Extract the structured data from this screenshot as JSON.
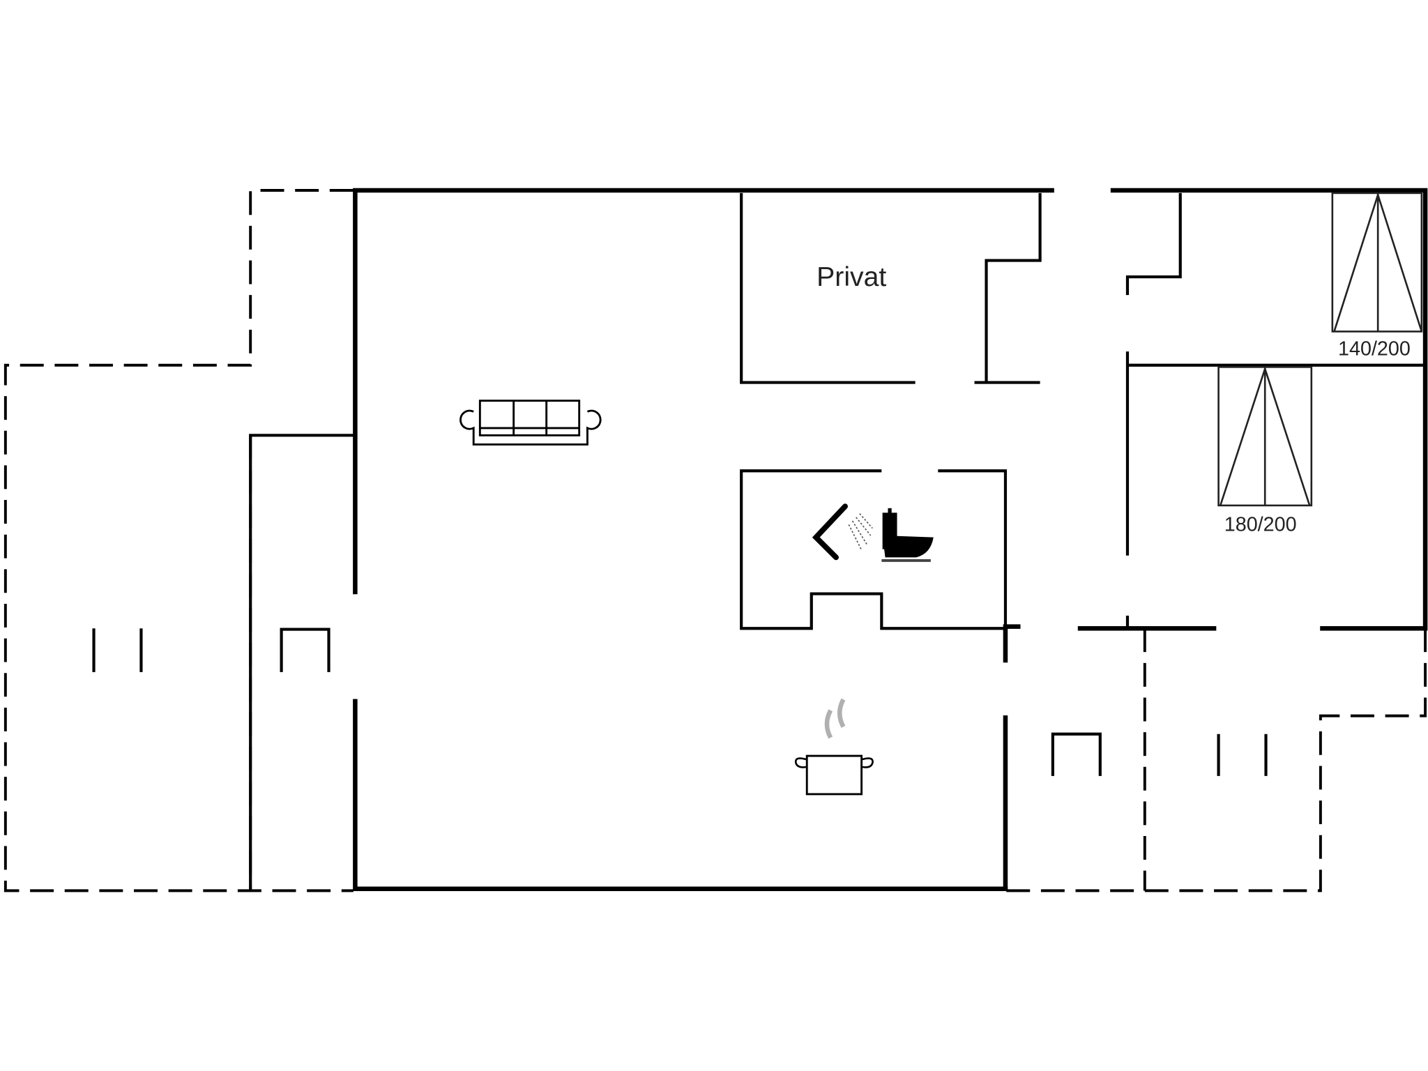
{
  "diagram": {
    "type": "floor-plan",
    "rooms": [
      {
        "id": "privat",
        "label": "Privat"
      }
    ],
    "beds": [
      {
        "id": "bed-1",
        "label": "140/200"
      },
      {
        "id": "bed-2",
        "label": "180/200"
      }
    ],
    "symbols": [
      {
        "id": "sofa",
        "icon": "sofa-icon",
        "room": "living-room"
      },
      {
        "id": "shower",
        "icon": "shower-icon",
        "room": "bathroom"
      },
      {
        "id": "toilet",
        "icon": "toilet-icon",
        "room": "bathroom"
      },
      {
        "id": "cooking-pot",
        "icon": "cooking-pot-icon",
        "room": "kitchen"
      }
    ],
    "colors": {
      "wall": "#000000",
      "background": "#ffffff",
      "steam": "#b0b0b0"
    }
  }
}
